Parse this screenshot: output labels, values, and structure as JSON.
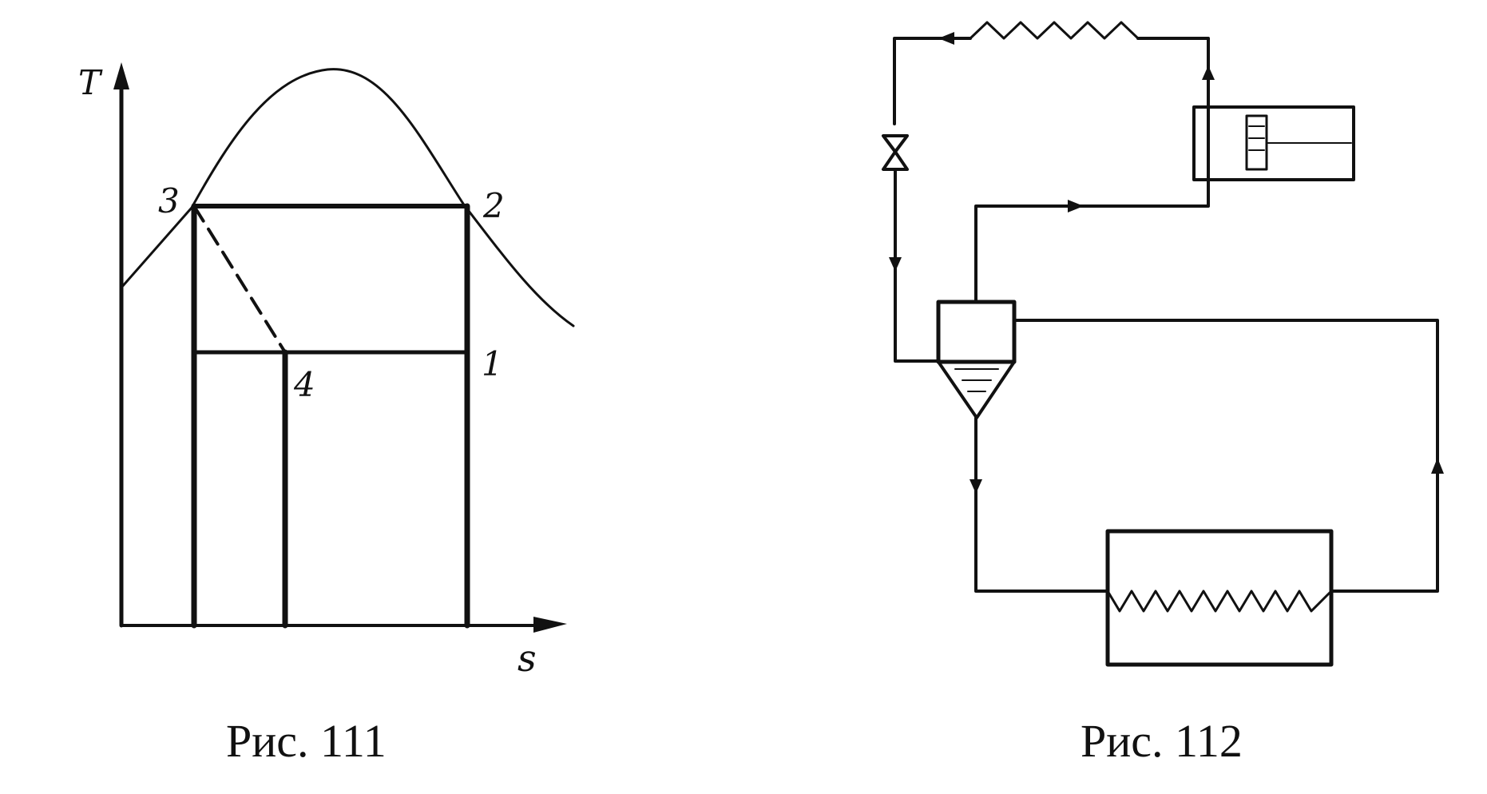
{
  "figure_left": {
    "axis_y_label": "T",
    "axis_x_label": "s",
    "point_labels": [
      "3",
      "2",
      "4",
      "1"
    ],
    "caption": "Рис. 111"
  },
  "figure_right": {
    "caption": "Рис. 112"
  },
  "colors": {
    "ink": "#111111",
    "background": "#ffffff"
  }
}
